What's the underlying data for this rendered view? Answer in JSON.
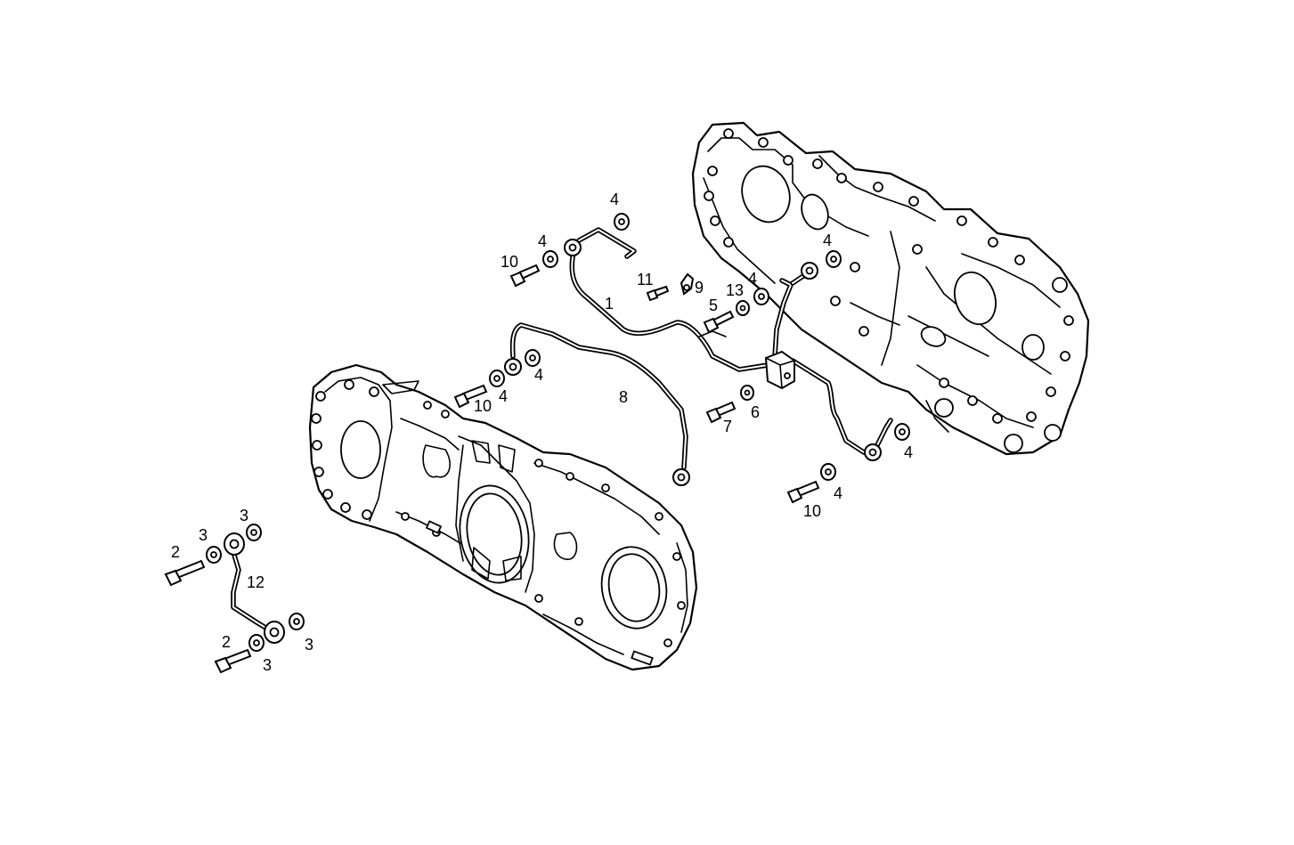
{
  "callouts": [
    {
      "id": "c1",
      "text": "1"
    },
    {
      "id": "c2a",
      "text": "2"
    },
    {
      "id": "c2b",
      "text": "2"
    },
    {
      "id": "c3a",
      "text": "3"
    },
    {
      "id": "c3b",
      "text": "3"
    },
    {
      "id": "c3c",
      "text": "3"
    },
    {
      "id": "c3d",
      "text": "3"
    },
    {
      "id": "c4a",
      "text": "4"
    },
    {
      "id": "c4b",
      "text": "4"
    },
    {
      "id": "c4c",
      "text": "4"
    },
    {
      "id": "c4d",
      "text": "4"
    },
    {
      "id": "c4e",
      "text": "4"
    },
    {
      "id": "c4f",
      "text": "4"
    },
    {
      "id": "c4g",
      "text": "4"
    },
    {
      "id": "c4h",
      "text": "4"
    },
    {
      "id": "c5",
      "text": "5"
    },
    {
      "id": "c6",
      "text": "6"
    },
    {
      "id": "c7",
      "text": "7"
    },
    {
      "id": "c8",
      "text": "8"
    },
    {
      "id": "c9",
      "text": "9"
    },
    {
      "id": "c10a",
      "text": "10"
    },
    {
      "id": "c10b",
      "text": "10"
    },
    {
      "id": "c10c",
      "text": "10"
    },
    {
      "id": "c11",
      "text": "11"
    },
    {
      "id": "c12",
      "text": "12"
    },
    {
      "id": "c13",
      "text": "13"
    }
  ]
}
